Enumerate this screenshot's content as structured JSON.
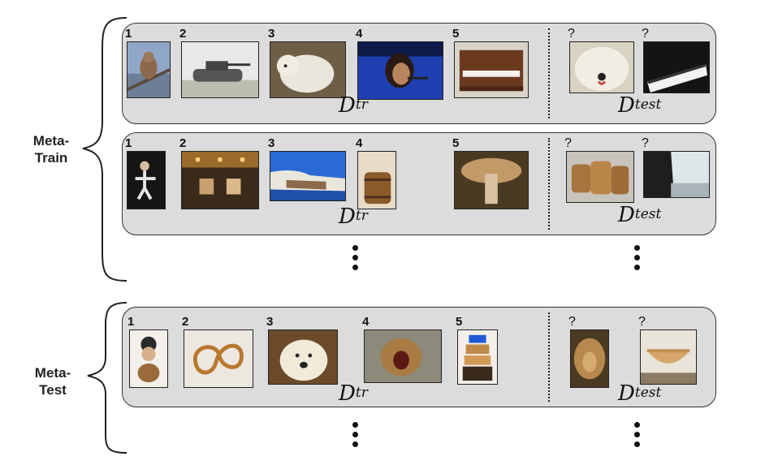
{
  "phases": [
    {
      "label_line1": "Meta-",
      "label_line2": "Train",
      "panels": [
        {
          "train_label": "D",
          "train_sup": "tr",
          "test_label": "D",
          "test_sup": "test",
          "train_items": [
            {
              "number": "1",
              "subject": "bird"
            },
            {
              "number": "2",
              "subject": "tank"
            },
            {
              "number": "3",
              "subject": "white-dog"
            },
            {
              "number": "4",
              "subject": "singer"
            },
            {
              "number": "5",
              "subject": "piano"
            }
          ],
          "test_items": [
            {
              "number": "?",
              "subject": "white-dog"
            },
            {
              "number": "?",
              "subject": "piano"
            }
          ]
        },
        {
          "train_label": "D",
          "train_sup": "tr",
          "test_label": "D",
          "test_sup": "test",
          "train_items": [
            {
              "number": "1",
              "subject": "gymnast"
            },
            {
              "number": "2",
              "subject": "carousel"
            },
            {
              "number": "3",
              "subject": "cliff"
            },
            {
              "number": "4",
              "subject": "barrel"
            },
            {
              "number": "5",
              "subject": "mushroom"
            }
          ],
          "test_items": [
            {
              "number": "?",
              "subject": "barrels"
            },
            {
              "number": "?",
              "subject": "cliff"
            }
          ]
        }
      ]
    },
    {
      "label_line1": "Meta-",
      "label_line2": "Test",
      "panels": [
        {
          "train_label": "D",
          "train_sup": "tr",
          "test_label": "D",
          "test_sup": "test",
          "train_items": [
            {
              "number": "1",
              "subject": "figurine"
            },
            {
              "number": "2",
              "subject": "coil"
            },
            {
              "number": "3",
              "subject": "golden-dog"
            },
            {
              "number": "4",
              "subject": "roaring-lion"
            },
            {
              "number": "5",
              "subject": "bowls-stack"
            }
          ],
          "test_items": [
            {
              "number": "?",
              "subject": "lion"
            },
            {
              "number": "?",
              "subject": "bowl"
            }
          ]
        }
      ]
    }
  ],
  "colors": {
    "panel_fill": "#dcdcdc",
    "panel_border": "#333333",
    "text": "#111111"
  }
}
